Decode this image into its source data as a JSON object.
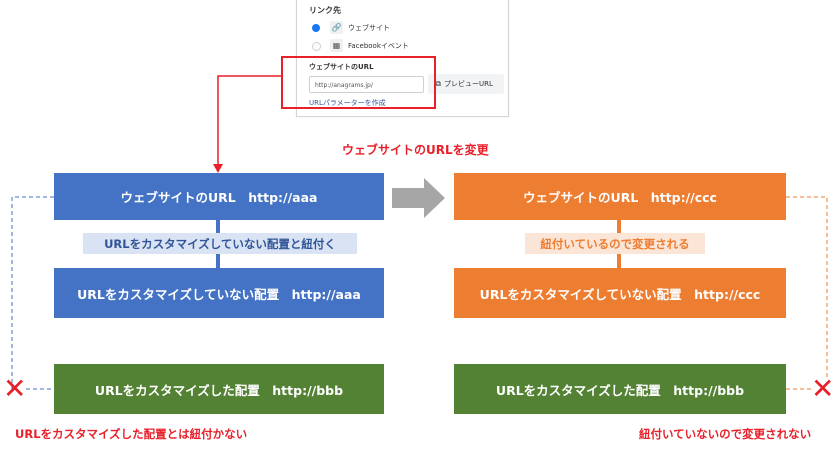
{
  "panel": {
    "title": "リンク先",
    "option_website": "ウェブサイト",
    "option_facebook": "Facebookイベント",
    "url_label": "ウェブサイトのURL",
    "url_value": "http://anagrams.jp/",
    "preview_button": "プレビューURL",
    "param_link": "URLパラメーターを作成"
  },
  "diagram": {
    "change_label": "ウェブサイトのURLを変更",
    "left": {
      "top_box": "ウェブサイトのURL　http://aaa",
      "tag": "URLをカスタマイズしていない配置と紐付く",
      "middle_box": "URLをカスタマイズしていない配置　http://aaa",
      "bottom_box": "URLをカスタマイズした配置　http://bbb",
      "note": "URLをカスタマイズした配置とは紐付かない"
    },
    "right": {
      "top_box": "ウェブサイトのURL　http://ccc",
      "tag": "紐付いているので変更される",
      "middle_box": "URLをカスタマイズしていない配置　http://ccc",
      "bottom_box": "URLをカスタマイズした配置　http://bbb",
      "note": "紐付いていないので変更されない"
    },
    "cross_symbol": "✕"
  },
  "colors": {
    "blue": "#4472c4",
    "orange": "#ed7d31",
    "green": "#548235",
    "red": "#e8202a",
    "gray_arrow": "#a6a6a6"
  },
  "icons": {
    "website_option": "link-icon",
    "facebook_option": "calendar-icon",
    "preview": "external-link-icon",
    "arrow": "right-arrow-icon",
    "not_linked": "cross-icon"
  }
}
